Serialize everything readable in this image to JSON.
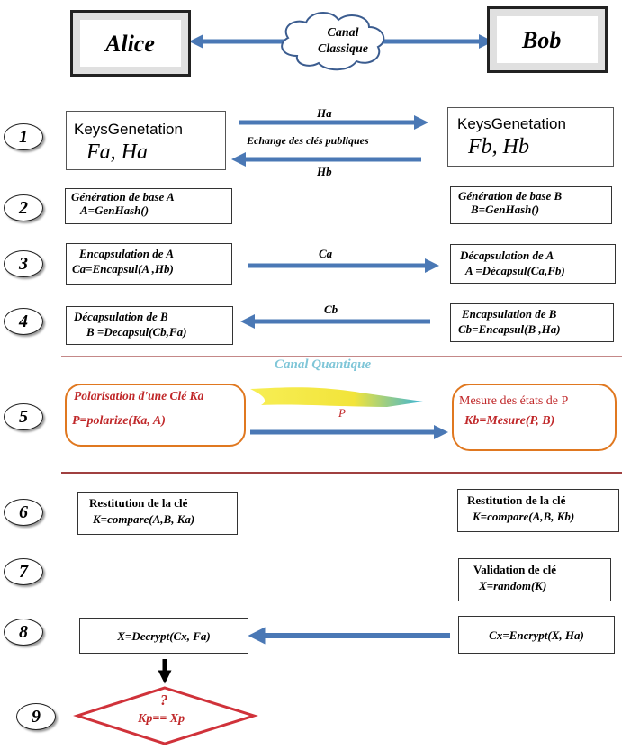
{
  "header": {
    "alice": "Alice",
    "bob": "Bob",
    "channel_line1": "Canal",
    "channel_line2": "Classique"
  },
  "steps": [
    "1",
    "2",
    "3",
    "4",
    "5",
    "6",
    "7",
    "8",
    "9"
  ],
  "row1": {
    "left_title": "KeysGenetation",
    "left_value": "Fa, Ha",
    "right_title": "KeysGenetation",
    "right_value": "Fb,  Hb",
    "arrow_top_label": "Ha",
    "arrow_middle_label": "Echange des clés publiques",
    "arrow_bottom_label": "Hb"
  },
  "row2": {
    "left_line1": "Génération de base A",
    "left_line2": "A=GenHash()",
    "right_line1": "Génération de base B",
    "right_line2": "B=GenHash()"
  },
  "row3": {
    "left_line1": "Encapsulation de A",
    "left_line2": "Ca=Encapsul(A ,Hb)",
    "arrow_label": "Ca",
    "right_line1": "Décapsulation de A",
    "right_line2": "A  =Décapsul(Ca,Fb)"
  },
  "row4": {
    "left_line1": "Décapsulation de B",
    "left_line2": "B  =Decapsul(Cb,Fa)",
    "arrow_label": "Cb",
    "right_line1": "Encapsulation de B",
    "right_line2": "Cb=Encapsul(B ,Ha)"
  },
  "quantum": {
    "title": "Canal Quantique",
    "left_line1": "Polarisation d'une Clé Ka",
    "left_line2": "P=polarize(Ka, A)",
    "arrow_label": "P",
    "right_line1": "Mesure des états de P",
    "right_line2": "Kb=Mesure(P, B)"
  },
  "row6": {
    "left_line1": "Restitution de la clé",
    "left_line2": "K=compare(A,B, Ka)",
    "right_line1": "Restitution de la clé",
    "right_line2": "K=compare(A,B, Kb)"
  },
  "row7": {
    "right_line1": "Validation de clé",
    "right_line2": "X=random(K)"
  },
  "row8": {
    "left_text": "X=Decrypt(Cx, Fa)",
    "right_text": "Cx=Encrypt(X, Ha)"
  },
  "row9": {
    "question": "?",
    "comparison": "Kp== Xp"
  },
  "colors": {
    "arrow_blue": "#4a78b5",
    "divider": "#a04040",
    "quantum_orange": "#e07820",
    "quantum_title": "#7fc6d8",
    "red_text": "#c0282a",
    "beam_yellow": "#f2e43a"
  }
}
